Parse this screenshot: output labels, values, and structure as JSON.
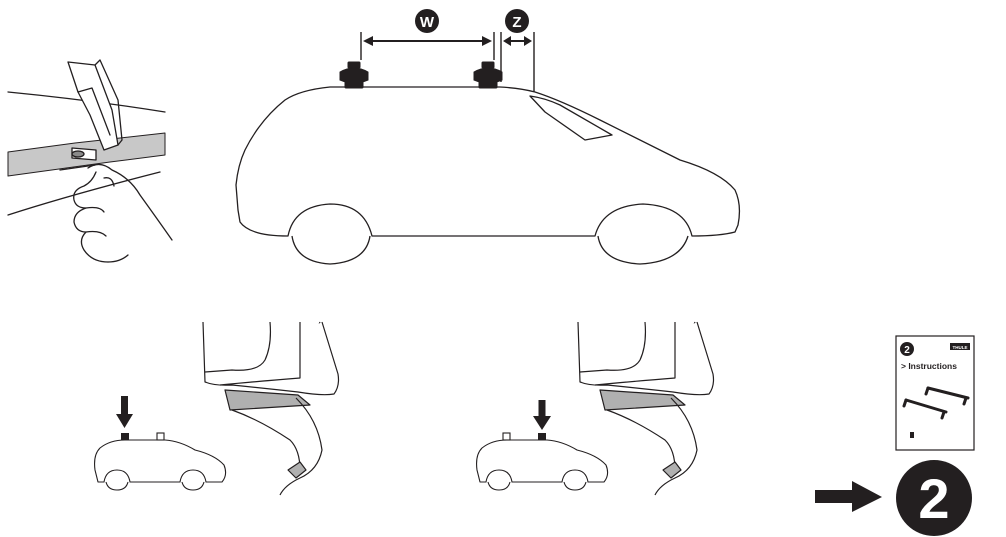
{
  "labels": {
    "w": "W",
    "z": "Z"
  },
  "booklet": {
    "step": "2",
    "brand": "THULE",
    "title": "> Instructions"
  },
  "next_step": {
    "number": "2"
  },
  "colors": {
    "ink": "#231f20",
    "rail_gray": "#c8c8c8",
    "sill_gray": "#b0b0b0"
  }
}
